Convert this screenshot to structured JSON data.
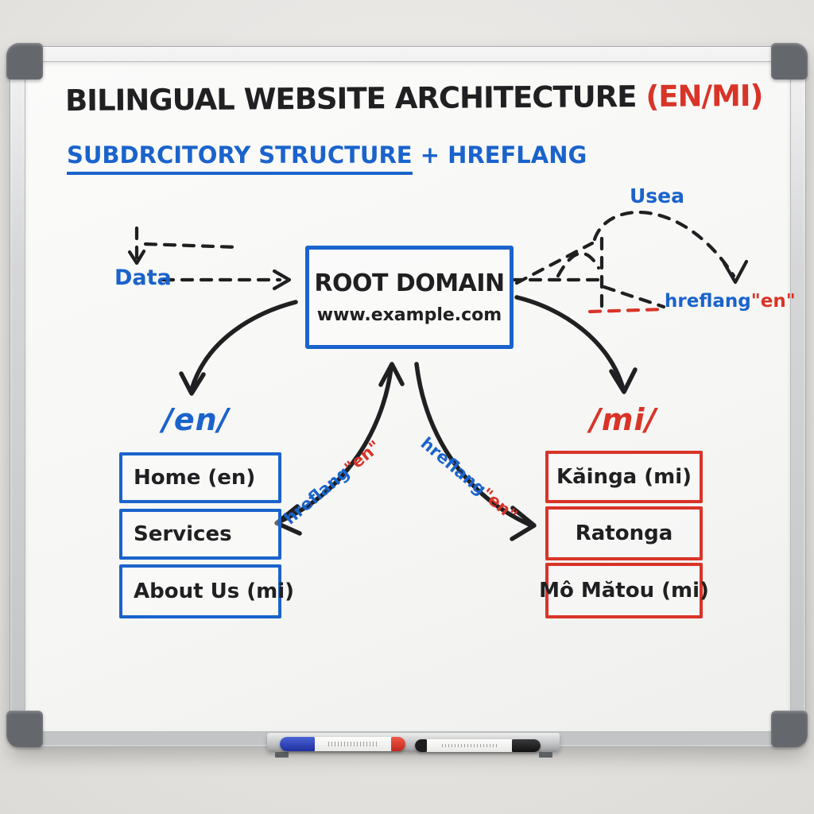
{
  "colors": {
    "marker_blue": "#1a63cc",
    "marker_red": "#d93428",
    "marker_black": "#202022"
  },
  "board": {
    "title": "BILINGUAL WEBSITE ARCHITECTURE ",
    "title_suffix": "(EN/MI)",
    "subtitle_underlined": "SUBDRCITORY STRUCTURE",
    "subtitle_rest": " + HREFLANG",
    "data_label": "Data",
    "usea_label": "Usea",
    "hreflang_label_blue": "hreflang",
    "hreflang_label_red": "\"en\"",
    "root_box": {
      "name": "ROOT DOMAIN",
      "domain": "www.example.com"
    },
    "left_branch": {
      "path": "/en/",
      "pages": [
        "Home (en)",
        "Services",
        "About Us (mi)"
      ]
    },
    "right_branch": {
      "path": "/mi/",
      "pages": [
        "Kăinga (mi)",
        "Ratonga",
        "Mô Mătou (mi)"
      ]
    },
    "curve_label_blue": "hreflang",
    "curve_label_red": "\"en\""
  }
}
